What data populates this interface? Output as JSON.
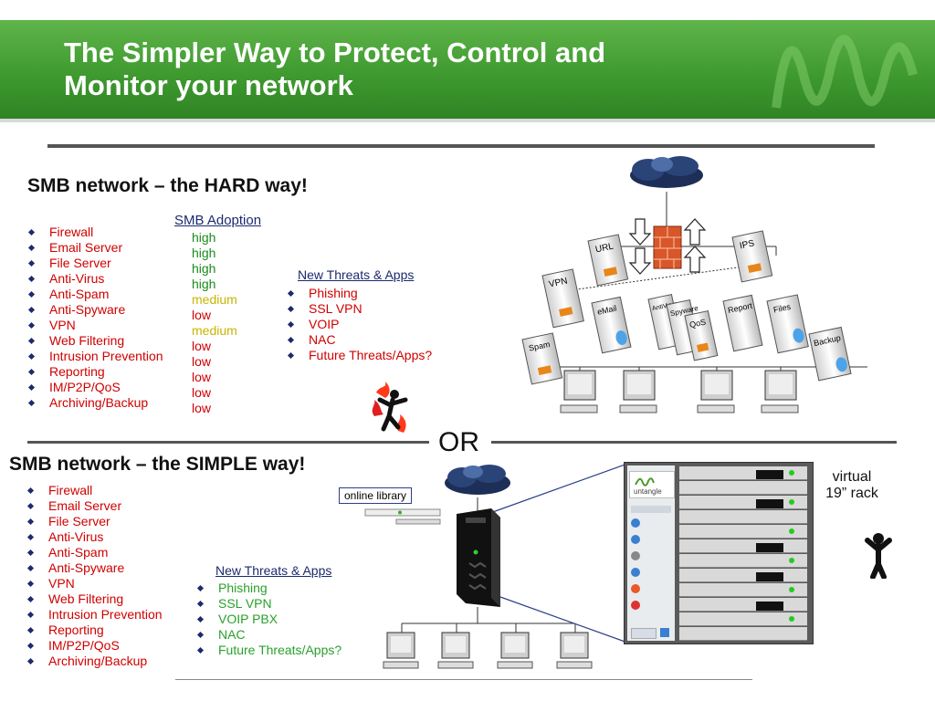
{
  "slide": {
    "title_lines": [
      "The Simpler Way to Protect, Control and",
      "Monitor your network"
    ],
    "hard": {
      "title": "SMB network – the HARD way!",
      "items": [
        "Firewall",
        "Email Server",
        "File Server",
        "Anti-Virus",
        "Anti-Spam",
        "Anti-Spyware",
        "VPN",
        "Web Filtering",
        "Intrusion Prevention",
        "Reporting",
        "IM/P2P/QoS",
        "Archiving/Backup"
      ],
      "adoption_heading": "SMB Adoption",
      "adoption": [
        {
          "level": "high",
          "color": "#1a8a1a"
        },
        {
          "level": "high",
          "color": "#1a8a1a"
        },
        {
          "level": "high",
          "color": "#1a8a1a"
        },
        {
          "level": "high",
          "color": "#1a8a1a"
        },
        {
          "level": "medium",
          "color": "#c8b400"
        },
        {
          "level": "low",
          "color": "#d00000"
        },
        {
          "level": "medium",
          "color": "#c8b400"
        },
        {
          "level": "low",
          "color": "#d00000"
        },
        {
          "level": "low",
          "color": "#d00000"
        },
        {
          "level": "low",
          "color": "#d00000"
        },
        {
          "level": "low",
          "color": "#d00000"
        },
        {
          "level": "low",
          "color": "#d00000"
        }
      ],
      "threats_heading": "New Threats & Apps",
      "threats": [
        "Phishing",
        "SSL VPN",
        "VOIP",
        "NAC",
        "Future Threats/Apps?"
      ]
    },
    "or_label": "OR",
    "simple": {
      "title": "SMB network – the SIMPLE way!",
      "items": [
        "Firewall",
        "Email Server",
        "File Server",
        "Anti-Virus",
        "Anti-Spam",
        "Anti-Spyware",
        "VPN",
        "Web Filtering",
        "Intrusion Prevention",
        "Reporting",
        "IM/P2P/QoS",
        "Archiving/Backup"
      ],
      "threats_heading": "New Threats & Apps",
      "threats": [
        "Phishing",
        "SSL VPN",
        "VOIP PBX",
        "NAC",
        "Future Threats/Apps?"
      ],
      "online_library": "online library",
      "rack_label_lines": [
        "virtual",
        "19” rack"
      ]
    },
    "server_labels": [
      "URL",
      "IPS",
      "VPN",
      "eMail",
      "AntiVirus",
      "Spyware",
      "QoS",
      "Report",
      "Files",
      "Spam",
      "Backup"
    ],
    "device_brand": "untangle",
    "colors": {
      "header_green": "#3f9a30",
      "item_red": "#d00000",
      "item_green": "#2aa02a",
      "connector_blue": "#2a3f8a",
      "server_orange": "#e8861a"
    }
  }
}
